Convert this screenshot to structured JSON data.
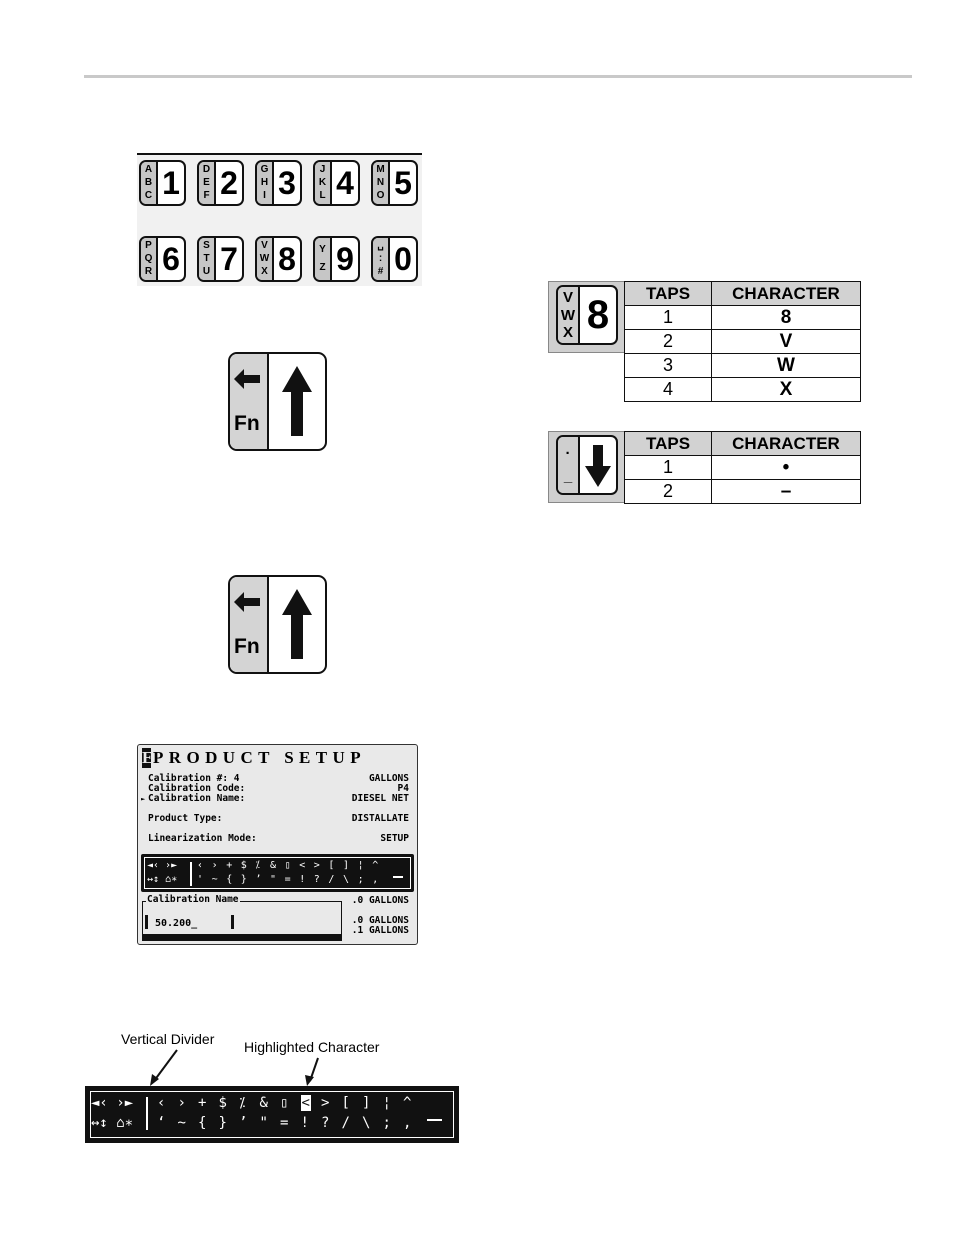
{
  "keypad": {
    "keys": [
      {
        "letters": [
          "A",
          "B",
          "C"
        ],
        "digit": "1"
      },
      {
        "letters": [
          "D",
          "E",
          "F"
        ],
        "digit": "2"
      },
      {
        "letters": [
          "G",
          "H",
          "I"
        ],
        "digit": "3"
      },
      {
        "letters": [
          "J",
          "K",
          "L"
        ],
        "digit": "4"
      },
      {
        "letters": [
          "M",
          "N",
          "O"
        ],
        "digit": "5"
      },
      {
        "letters": [
          "P",
          "Q",
          "R"
        ],
        "digit": "6"
      },
      {
        "letters": [
          "S",
          "T",
          "U"
        ],
        "digit": "7"
      },
      {
        "letters": [
          "V",
          "W",
          "X"
        ],
        "digit": "8"
      },
      {
        "letters": [
          "Y",
          "Z"
        ],
        "digit": "9"
      },
      {
        "letters": [
          "␣",
          ":",
          "#"
        ],
        "digit": "0"
      }
    ]
  },
  "fn_key": {
    "label": "Fn",
    "icons": [
      "left-arrow-icon",
      "up-arrow-icon"
    ]
  },
  "lcd": {
    "title": "PRODUCT SETUP",
    "cursor_char": "E",
    "rows": [
      {
        "label": "Calibration #: 4",
        "value": "GALLONS"
      },
      {
        "label": "Calibration Code:",
        "value": "P4"
      },
      {
        "label": "Calibration Name:",
        "value": "DIESEL NET",
        "pointer": "►"
      },
      {
        "label": "Product Type:",
        "value": "DISTALLATE"
      },
      {
        "label": "Linearization Mode:",
        "value": "SETUP"
      }
    ],
    "charbar": {
      "nav_top": "◄‹ ›►",
      "nav_bottom": "↔↕ ⌂∗",
      "chars_top": [
        "‹",
        "›",
        "+",
        "$",
        "⁒",
        "&",
        "▯",
        "<",
        ">",
        "[",
        "]",
        "¦",
        "^"
      ],
      "chars_bottom": [
        "'",
        "~",
        "{",
        "}",
        "’",
        "\"",
        "=",
        "!",
        "?",
        "/",
        "\\",
        ";",
        ","
      ]
    },
    "name_box": {
      "label": "Calibration Name",
      "value": "50.200_"
    },
    "side_values": [
      ".0 GALLONS",
      ".0 GALLONS",
      ".1 GALLONS"
    ]
  },
  "big_bar": {
    "nav_top": "◄‹ ›►",
    "nav_bottom": "↔↕ ⌂∗",
    "chars_top": [
      "‹",
      "›",
      "+",
      "$",
      "⁒",
      "&",
      "▯",
      "<",
      ">",
      "[",
      "]",
      "¦",
      "^"
    ],
    "chars_bottom": [
      "‘",
      "~",
      "{",
      "}",
      "’",
      "\"",
      "=",
      "!",
      "?",
      "/",
      "\\",
      ";",
      ","
    ],
    "highlighted_index": 7,
    "callout_divider": "Vertical Divider",
    "callout_highlight": "Highlighted Character"
  },
  "table_8": {
    "key_letters": [
      "V",
      "W",
      "X"
    ],
    "key_digit": "8",
    "headers": [
      "TAPS",
      "CHARACTER"
    ],
    "rows": [
      [
        "1",
        "8"
      ],
      [
        "2",
        "V"
      ],
      [
        "3",
        "W"
      ],
      [
        "4",
        "X"
      ]
    ]
  },
  "table_down": {
    "key_letters": [
      "·",
      "_"
    ],
    "headers": [
      "TAPS",
      "CHARACTER"
    ],
    "rows": [
      [
        "1",
        "•"
      ],
      [
        "2",
        "–"
      ]
    ]
  }
}
